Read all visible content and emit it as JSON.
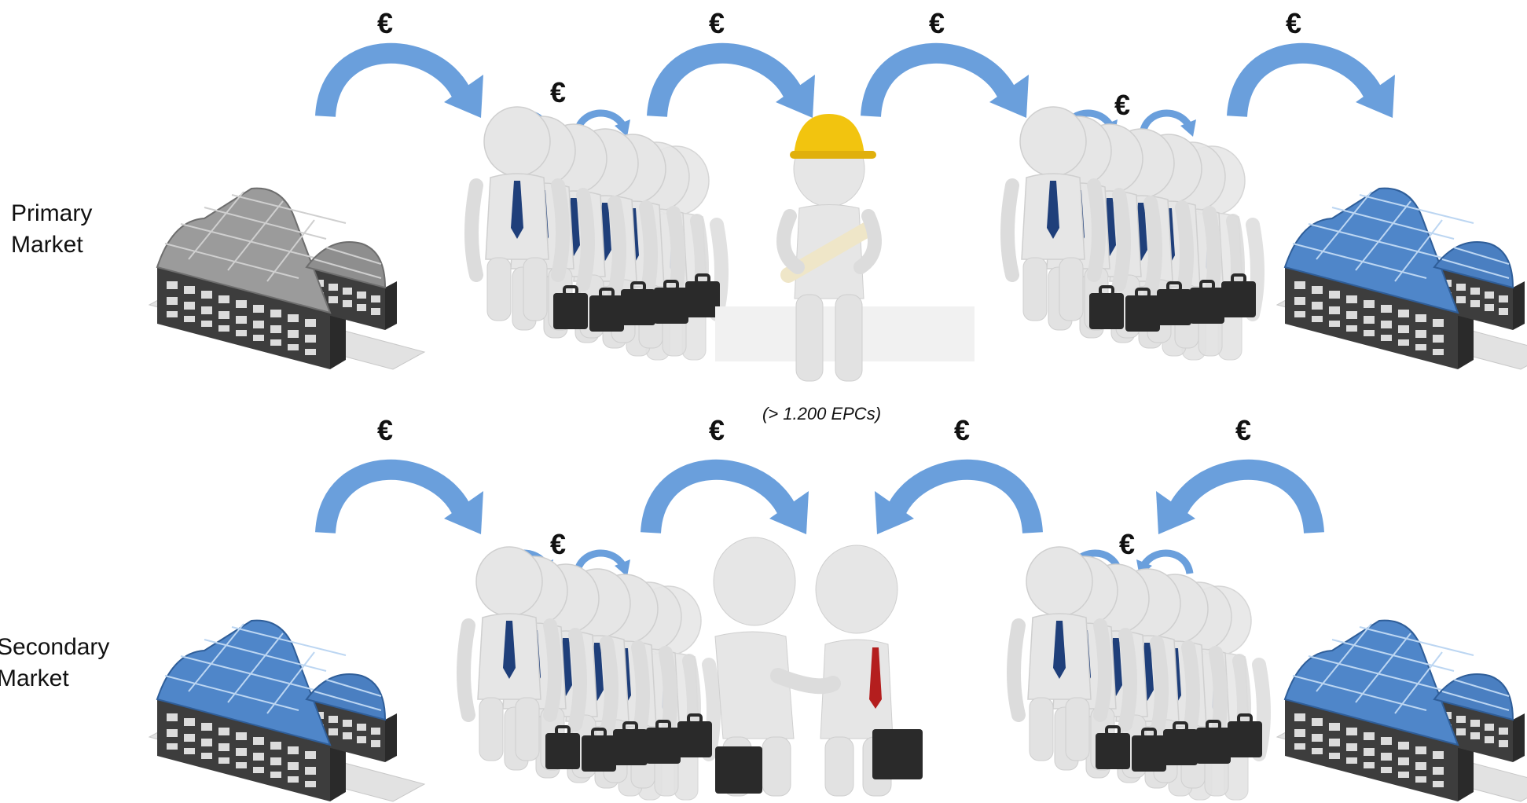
{
  "currency_symbol": "€",
  "rows": [
    {
      "label_line1": "Primary",
      "label_line2": "Market"
    },
    {
      "label_line1": "Secondary",
      "label_line2": "Market"
    }
  ],
  "note": "(> 1.200 EPCs)",
  "colors": {
    "arrow": "#6A9FDC",
    "roof_grey": "#9a9a9a",
    "roof_solar": "#4f86c9",
    "building_wall": "#4a4a4a",
    "figure": "#e4e4e4",
    "tie_blue": "#1f3f7a",
    "tie_red": "#b41e1e",
    "hardhat": "#f2c40f",
    "briefcase": "#2a2a2a"
  },
  "icons": [
    "factory-grey-roof-icon",
    "business-group-icon",
    "engineer-hardhat-icon",
    "factory-solar-roof-icon",
    "handshake-icon"
  ]
}
